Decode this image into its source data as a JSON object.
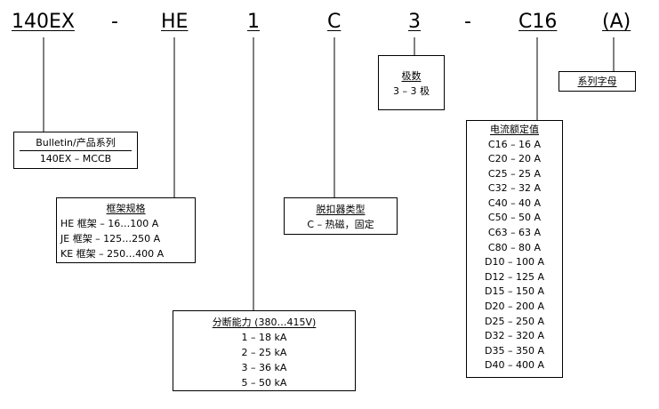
{
  "codes": {
    "c1": "140EX",
    "dash1": "-",
    "c2": "HE",
    "c3": "1",
    "c4": "C",
    "c5": "3",
    "dash2": "-",
    "c6": "C16",
    "c7": "(A)"
  },
  "bulletin": {
    "title": "Bulletin/产品系列",
    "value": "140EX – MCCB"
  },
  "frame": {
    "title": "框架规格",
    "items": [
      "HE 框架 – 16…100 A",
      "JE 框架 – 125…250 A",
      "KE 框架 – 250…400 A"
    ]
  },
  "breaking": {
    "title": "分断能力 (380…415V)",
    "items": [
      "1 – 18 kA",
      "2 – 25 kA",
      "3 – 36 kA",
      "5 – 50 kA"
    ]
  },
  "trip": {
    "title": "脱扣器类型",
    "value": "C – 热磁，固定"
  },
  "poles": {
    "title": "极数",
    "value": "3 – 3 极"
  },
  "series": {
    "title": "系列字母"
  },
  "current": {
    "title": "电流额定值",
    "items": [
      "C16 – 16 A",
      "C20 – 20 A",
      "C25 – 25 A",
      "C32 – 32 A",
      "C40 – 40 A",
      "C50 – 50 A",
      "C63 – 63 A",
      "C80 – 80 A",
      "D10 – 100 A",
      "D12 – 125 A",
      "D15 – 150 A",
      "D20 – 200 A",
      "D25 – 250 A",
      "D32 – 320 A",
      "D35 – 350 A",
      "D40 – 400 A"
    ]
  }
}
